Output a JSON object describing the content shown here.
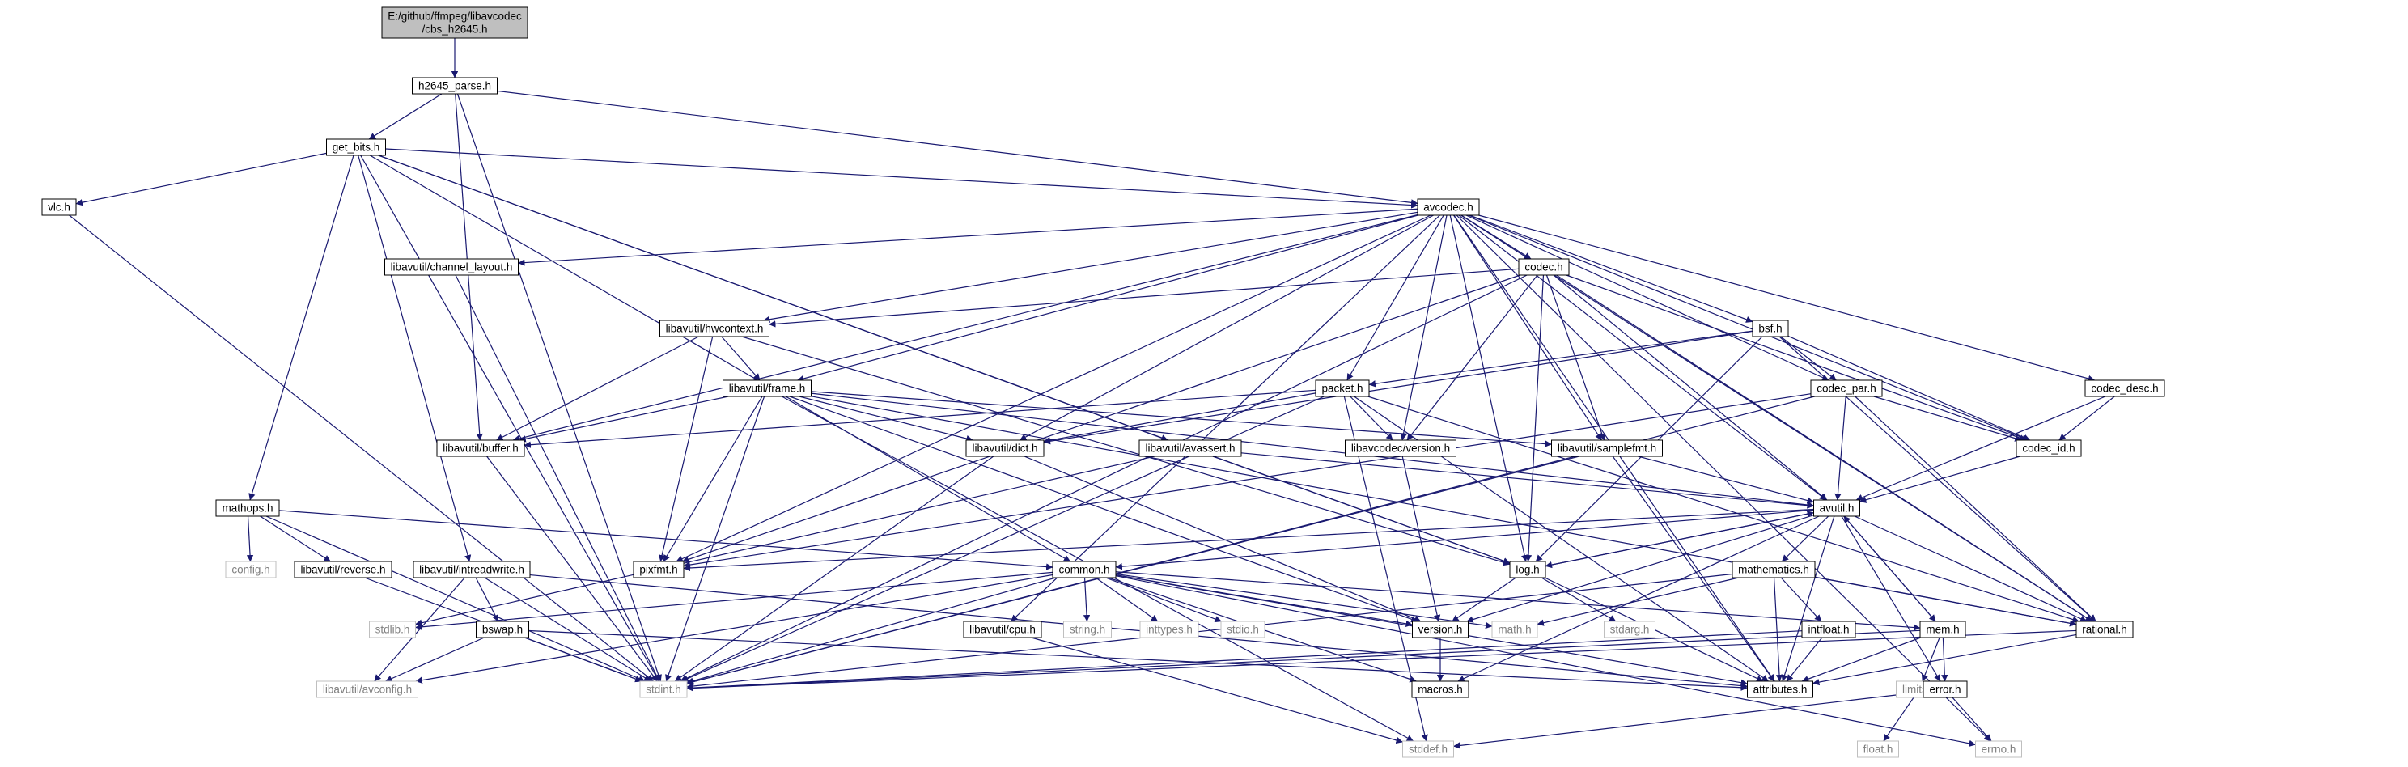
{
  "graph": {
    "colors": {
      "edge": "#191970",
      "node_border": "#000000",
      "node_fill": "#ffffff",
      "root_fill": "#bfbfbf",
      "system_border": "#bfbfbf",
      "system_text": "#7f7f7f",
      "text": "#000000"
    },
    "nodes": [
      {
        "id": "root",
        "label": "E:/github/ffmpeg/libavcodec\n/cbs_h2645.h",
        "kind": "root"
      },
      {
        "id": "h2645_parse",
        "label": "h2645_parse.h"
      },
      {
        "id": "get_bits",
        "label": "get_bits.h"
      },
      {
        "id": "vlc",
        "label": "vlc.h"
      },
      {
        "id": "avcodec",
        "label": "avcodec.h"
      },
      {
        "id": "channel_layout",
        "label": "libavutil/channel_layout.h"
      },
      {
        "id": "codec",
        "label": "codec.h"
      },
      {
        "id": "hwcontext",
        "label": "libavutil/hwcontext.h"
      },
      {
        "id": "bsf",
        "label": "bsf.h"
      },
      {
        "id": "frame",
        "label": "libavutil/frame.h"
      },
      {
        "id": "packet",
        "label": "packet.h"
      },
      {
        "id": "codec_par",
        "label": "codec_par.h"
      },
      {
        "id": "codec_desc",
        "label": "codec_desc.h"
      },
      {
        "id": "buffer",
        "label": "libavutil/buffer.h"
      },
      {
        "id": "dict",
        "label": "libavutil/dict.h"
      },
      {
        "id": "avassert",
        "label": "libavutil/avassert.h"
      },
      {
        "id": "lavc_version",
        "label": "libavcodec/version.h"
      },
      {
        "id": "samplefmt",
        "label": "libavutil/samplefmt.h"
      },
      {
        "id": "codec_id",
        "label": "codec_id.h"
      },
      {
        "id": "mathops",
        "label": "mathops.h"
      },
      {
        "id": "avutil",
        "label": "avutil.h"
      },
      {
        "id": "config",
        "label": "config.h",
        "kind": "system"
      },
      {
        "id": "reverse",
        "label": "libavutil/reverse.h"
      },
      {
        "id": "intreadwrite",
        "label": "libavutil/intreadwrite.h"
      },
      {
        "id": "pixfmt",
        "label": "pixfmt.h"
      },
      {
        "id": "common",
        "label": "common.h"
      },
      {
        "id": "log",
        "label": "log.h"
      },
      {
        "id": "mathematics",
        "label": "mathematics.h"
      },
      {
        "id": "stdlib",
        "label": "stdlib.h",
        "kind": "system"
      },
      {
        "id": "bswap",
        "label": "bswap.h"
      },
      {
        "id": "string",
        "label": "string.h",
        "kind": "system"
      },
      {
        "id": "inttypes",
        "label": "inttypes.h",
        "kind": "system"
      },
      {
        "id": "stdio",
        "label": "stdio.h",
        "kind": "system"
      },
      {
        "id": "cpu",
        "label": "libavutil/cpu.h"
      },
      {
        "id": "version",
        "label": "version.h"
      },
      {
        "id": "math",
        "label": "math.h",
        "kind": "system"
      },
      {
        "id": "stdarg",
        "label": "stdarg.h",
        "kind": "system"
      },
      {
        "id": "intfloat",
        "label": "intfloat.h"
      },
      {
        "id": "mem",
        "label": "mem.h"
      },
      {
        "id": "rational",
        "label": "rational.h"
      },
      {
        "id": "avconfig",
        "label": "libavutil/avconfig.h",
        "kind": "system"
      },
      {
        "id": "stdint",
        "label": "stdint.h",
        "kind": "system"
      },
      {
        "id": "macros",
        "label": "macros.h"
      },
      {
        "id": "attributes",
        "label": "attributes.h"
      },
      {
        "id": "limits",
        "label": "limits.h",
        "kind": "system"
      },
      {
        "id": "error",
        "label": "error.h"
      },
      {
        "id": "stddef",
        "label": "stddef.h",
        "kind": "system"
      },
      {
        "id": "errno",
        "label": "errno.h",
        "kind": "system"
      },
      {
        "id": "float",
        "label": "float.h",
        "kind": "system"
      }
    ],
    "edges": [
      [
        "root",
        "h2645_parse"
      ],
      [
        "h2645_parse",
        "get_bits"
      ],
      [
        "h2645_parse",
        "avcodec"
      ],
      [
        "h2645_parse",
        "buffer"
      ],
      [
        "h2645_parse",
        "stdint"
      ],
      [
        "get_bits",
        "vlc"
      ],
      [
        "get_bits",
        "avcodec"
      ],
      [
        "get_bits",
        "mathops"
      ],
      [
        "get_bits",
        "intreadwrite"
      ],
      [
        "get_bits",
        "common"
      ],
      [
        "get_bits",
        "log"
      ],
      [
        "get_bits",
        "avassert"
      ],
      [
        "get_bits",
        "stdint"
      ],
      [
        "vlc",
        "stdint"
      ],
      [
        "avcodec",
        "channel_layout"
      ],
      [
        "avcodec",
        "codec"
      ],
      [
        "avcodec",
        "hwcontext"
      ],
      [
        "avcodec",
        "bsf"
      ],
      [
        "avcodec",
        "frame"
      ],
      [
        "avcodec",
        "packet"
      ],
      [
        "avcodec",
        "codec_par"
      ],
      [
        "avcodec",
        "codec_desc"
      ],
      [
        "avcodec",
        "buffer"
      ],
      [
        "avcodec",
        "dict"
      ],
      [
        "avcodec",
        "lavc_version"
      ],
      [
        "avcodec",
        "samplefmt"
      ],
      [
        "avcodec",
        "codec_id"
      ],
      [
        "avcodec",
        "avutil"
      ],
      [
        "avcodec",
        "pixfmt"
      ],
      [
        "avcodec",
        "log"
      ],
      [
        "avcodec",
        "rational"
      ],
      [
        "avcodec",
        "attributes"
      ],
      [
        "avcodec",
        "cpu"
      ],
      [
        "avcodec",
        "errno"
      ],
      [
        "channel_layout",
        "stdint"
      ],
      [
        "codec",
        "hwcontext"
      ],
      [
        "codec",
        "pixfmt"
      ],
      [
        "codec",
        "lavc_version"
      ],
      [
        "codec",
        "samplefmt"
      ],
      [
        "codec",
        "log"
      ],
      [
        "codec",
        "codec_id"
      ],
      [
        "codec",
        "rational"
      ],
      [
        "codec",
        "avutil"
      ],
      [
        "codec",
        "stdint"
      ],
      [
        "hwcontext",
        "buffer"
      ],
      [
        "hwcontext",
        "frame"
      ],
      [
        "hwcontext",
        "log"
      ],
      [
        "hwcontext",
        "pixfmt"
      ],
      [
        "bsf",
        "packet"
      ],
      [
        "bsf",
        "codec_par"
      ],
      [
        "bsf",
        "codec_id"
      ],
      [
        "bsf",
        "dict"
      ],
      [
        "bsf",
        "log"
      ],
      [
        "bsf",
        "rational"
      ],
      [
        "frame",
        "buffer"
      ],
      [
        "frame",
        "dict"
      ],
      [
        "frame",
        "avutil"
      ],
      [
        "frame",
        "pixfmt"
      ],
      [
        "frame",
        "samplefmt"
      ],
      [
        "frame",
        "rational"
      ],
      [
        "frame",
        "version"
      ],
      [
        "frame",
        "stdint"
      ],
      [
        "frame",
        "stddef"
      ],
      [
        "packet",
        "buffer"
      ],
      [
        "packet",
        "dict"
      ],
      [
        "packet",
        "lavc_version"
      ],
      [
        "packet",
        "rational"
      ],
      [
        "packet",
        "stddef"
      ],
      [
        "packet",
        "stdint"
      ],
      [
        "packet",
        "attributes"
      ],
      [
        "codec_par",
        "codec_id"
      ],
      [
        "codec_par",
        "avutil"
      ],
      [
        "codec_par",
        "rational"
      ],
      [
        "codec_par",
        "pixfmt"
      ],
      [
        "codec_par",
        "stdint"
      ],
      [
        "codec_desc",
        "codec_id"
      ],
      [
        "codec_desc",
        "avutil"
      ],
      [
        "buffer",
        "stdint"
      ],
      [
        "dict",
        "stdint"
      ],
      [
        "dict",
        "version"
      ],
      [
        "avassert",
        "avutil"
      ],
      [
        "avassert",
        "log"
      ],
      [
        "avassert",
        "stdlib"
      ],
      [
        "lavc_version",
        "version"
      ],
      [
        "samplefmt",
        "avutil"
      ],
      [
        "samplefmt",
        "attributes"
      ],
      [
        "samplefmt",
        "stdint"
      ],
      [
        "codec_id",
        "avutil"
      ],
      [
        "mathops",
        "config"
      ],
      [
        "mathops",
        "reverse"
      ],
      [
        "mathops",
        "common"
      ],
      [
        "mathops",
        "stdint"
      ],
      [
        "reverse",
        "stdint"
      ],
      [
        "intreadwrite",
        "bswap"
      ],
      [
        "intreadwrite",
        "avconfig"
      ],
      [
        "intreadwrite",
        "attributes"
      ],
      [
        "intreadwrite",
        "stdint"
      ],
      [
        "avutil",
        "common"
      ],
      [
        "avutil",
        "rational"
      ],
      [
        "avutil",
        "version"
      ],
      [
        "avutil",
        "macros"
      ],
      [
        "avutil",
        "mathematics"
      ],
      [
        "avutil",
        "log"
      ],
      [
        "avutil",
        "pixfmt"
      ],
      [
        "avutil",
        "error"
      ],
      [
        "avutil",
        "mem"
      ],
      [
        "avutil",
        "attributes"
      ],
      [
        "common",
        "stdlib"
      ],
      [
        "common",
        "string"
      ],
      [
        "common",
        "inttypes"
      ],
      [
        "common",
        "stdio"
      ],
      [
        "common",
        "math"
      ],
      [
        "common",
        "version"
      ],
      [
        "common",
        "macros"
      ],
      [
        "common",
        "mem"
      ],
      [
        "common",
        "attributes"
      ],
      [
        "common",
        "avconfig"
      ],
      [
        "common",
        "stdint"
      ],
      [
        "common",
        "errno"
      ],
      [
        "log",
        "avutil"
      ],
      [
        "log",
        "version"
      ],
      [
        "log",
        "stdarg"
      ],
      [
        "log",
        "attributes"
      ],
      [
        "mathematics",
        "intfloat"
      ],
      [
        "mathematics",
        "rational"
      ],
      [
        "mathematics",
        "math"
      ],
      [
        "mathematics",
        "attributes"
      ],
      [
        "mathematics",
        "stdint"
      ],
      [
        "bswap",
        "avconfig"
      ],
      [
        "bswap",
        "attributes"
      ],
      [
        "bswap",
        "stdint"
      ],
      [
        "cpu",
        "stddef"
      ],
      [
        "version",
        "macros"
      ],
      [
        "intfloat",
        "attributes"
      ],
      [
        "intfloat",
        "stdint"
      ],
      [
        "mem",
        "error"
      ],
      [
        "mem",
        "limits"
      ],
      [
        "mem",
        "attributes"
      ],
      [
        "mem",
        "avutil"
      ],
      [
        "mem",
        "stdint"
      ],
      [
        "rational",
        "attributes"
      ],
      [
        "rational",
        "stdint"
      ],
      [
        "error",
        "errno"
      ],
      [
        "error",
        "stddef"
      ],
      [
        "limits",
        "float"
      ]
    ]
  }
}
